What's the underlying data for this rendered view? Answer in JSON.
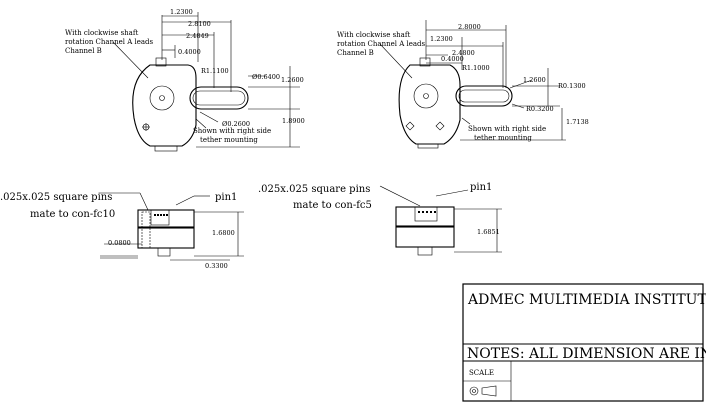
{
  "left_view": {
    "dims": {
      "d1": "1.2300",
      "d2": "2.8100",
      "d3": "2.4849",
      "d4": "0.4000",
      "r": "R1.1100",
      "dia1": "Ø0.6400",
      "h1": "1.2600",
      "dia2": "Ø0.2600",
      "h2": "1.8900"
    },
    "note_shaft": [
      "With clockwise shaft",
      "rotation Channel A leads",
      "Channel B"
    ],
    "note_mount": [
      "Shown with right side",
      "tether mounting"
    ]
  },
  "right_view": {
    "dims": {
      "d1": "2.8000",
      "d2": "1.2300",
      "d3": "2.4800",
      "d4": "0.4000",
      "r1": "R1.1000",
      "h1": "1.2600",
      "r2": "R0.1300",
      "r3": "R0.3200",
      "h2": "1.7138"
    },
    "note_shaft": [
      "With clockwise shaft",
      "rotation Channel A leads",
      "Channel B"
    ],
    "note_mount": [
      "Shown with right side",
      "tether mounting"
    ]
  },
  "side_left": {
    "pins_note": [
      ".025x.025 square pins",
      "mate to con-fc10"
    ],
    "pin_label": "pin1",
    "dims": {
      "h": "1.6800",
      "w1": "0.0800",
      "w2": "0.3300"
    }
  },
  "side_right": {
    "pins_note": [
      ".025x.025 square pins",
      "mate to con-fc5"
    ],
    "pin_label": "pin1",
    "dims": {
      "h": "1.6851"
    }
  },
  "title_block": {
    "company": "ADMEC MULTIMEDIA INSTITUTE",
    "notes": "NOTES: ALL DIMENSION ARE IN MM",
    "scale_label": "SCALE"
  }
}
